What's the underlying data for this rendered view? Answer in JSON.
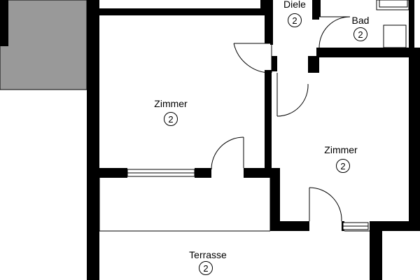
{
  "plan": {
    "rooms": [
      {
        "id": "diele",
        "name": "Diele",
        "badge": "2"
      },
      {
        "id": "bad",
        "name": "Bad",
        "badge": "2"
      },
      {
        "id": "zimmer_left",
        "name": "Zimmer",
        "badge": "2"
      },
      {
        "id": "zimmer_right",
        "name": "Zimmer",
        "badge": "2"
      },
      {
        "id": "terrasse",
        "name": "Terrasse",
        "badge": "2"
      }
    ]
  },
  "colors": {
    "wall": "#000000",
    "shaded_area": "#999999",
    "background": "#ffffff",
    "window": "#ffffff"
  },
  "icons": {
    "door": "door-swing-icon",
    "window": "window-icon",
    "room_number": "circled-number-badge"
  }
}
